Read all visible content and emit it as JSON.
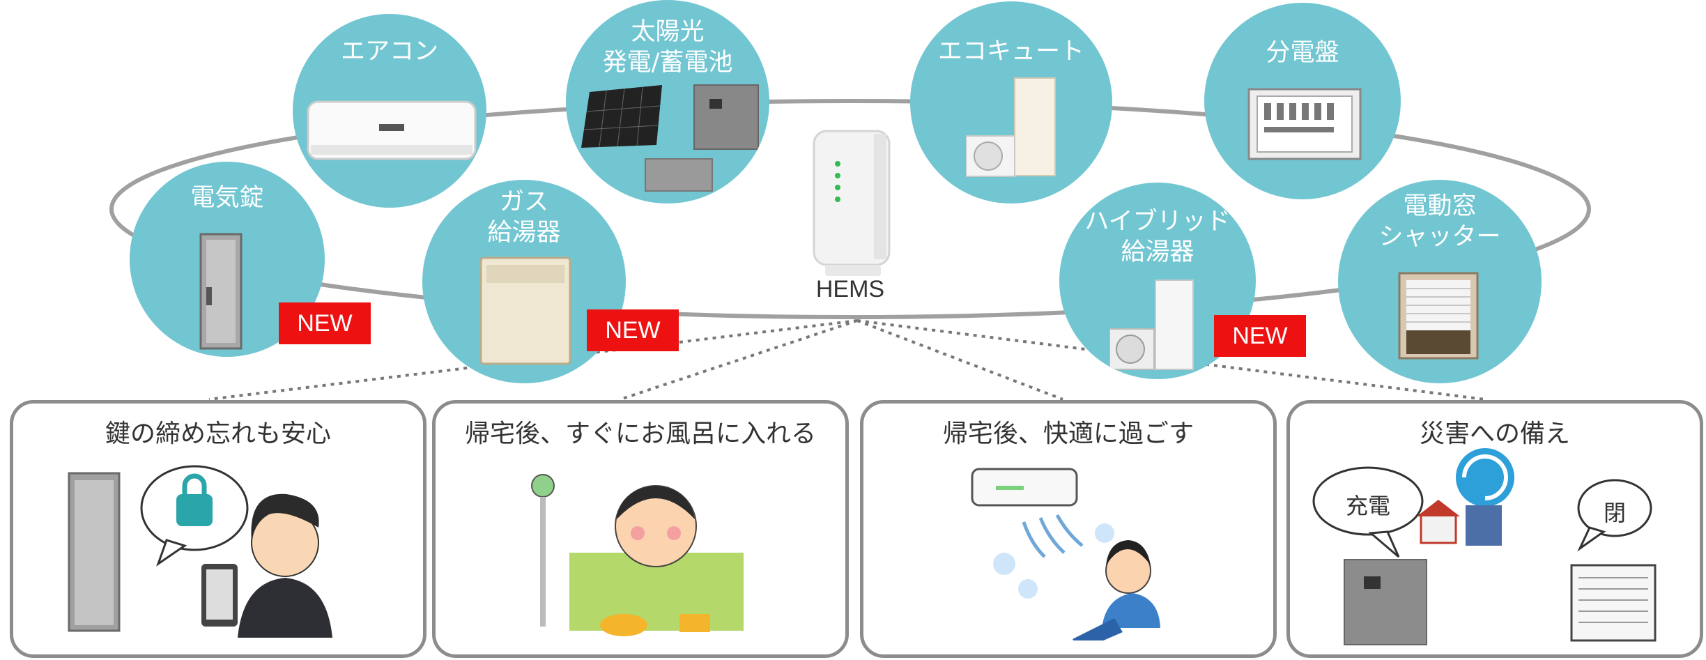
{
  "hub": {
    "label": "HEMS",
    "icon": "hems-router-icon"
  },
  "devices": {
    "aircon": {
      "label": "エアコン",
      "icon": "air-conditioner-icon"
    },
    "solar": {
      "label": "太陽光\n発電/蓄電池",
      "icon": "solar-panel-battery-icon"
    },
    "ecocute": {
      "label": "エコキュート",
      "icon": "heat-pump-water-heater-icon"
    },
    "panelboard": {
      "label": "分電盤",
      "icon": "distribution-board-icon"
    },
    "lock": {
      "label": "電気錠",
      "icon": "door-lock-icon"
    },
    "gas": {
      "label": "ガス\n給湯器",
      "icon": "gas-water-heater-icon"
    },
    "hybrid": {
      "label": "ハイブリッド\n給湯器",
      "icon": "hybrid-water-heater-icon"
    },
    "shutter": {
      "label": "電動窓\nシャッター",
      "icon": "window-shutter-icon"
    }
  },
  "badges": {
    "new_label": "NEW"
  },
  "scenarios": [
    {
      "title": "鍵の締め忘れも安心",
      "icon": "smartphone-lock-icon"
    },
    {
      "title": "帰宅後、すぐにお風呂に入れる",
      "icon": "bath-icon"
    },
    {
      "title": "帰宅後、快適に過ごす",
      "icon": "air-conditioner-relax-icon"
    },
    {
      "title": "災害への備え",
      "icon": "typhoon-icon"
    }
  ],
  "disaster": {
    "charge_label": "充電",
    "close_label": "閉"
  },
  "colors": {
    "node": "#72c6d2",
    "badge": "#ee1111",
    "ring": "#a0a0a0",
    "panel_border": "#8c8c8c"
  }
}
